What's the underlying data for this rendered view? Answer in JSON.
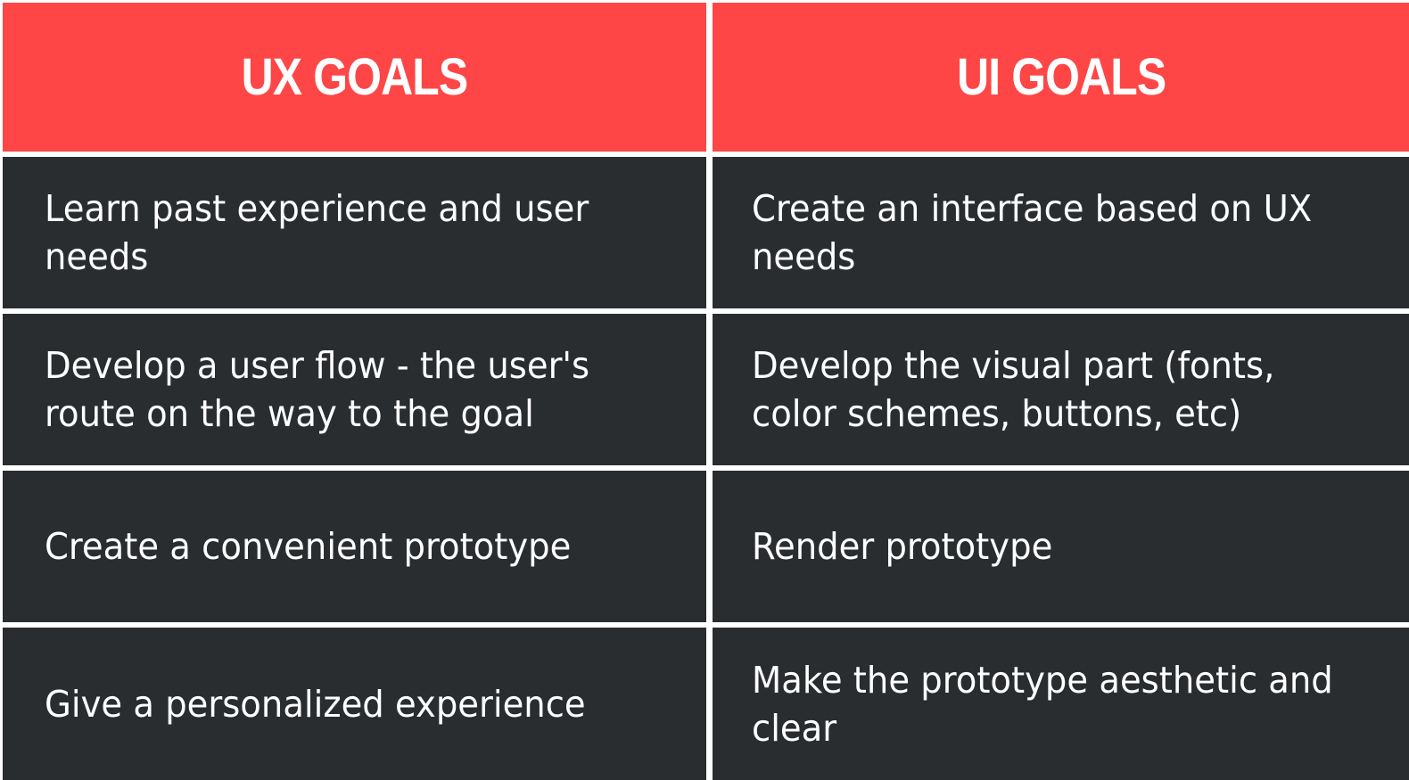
{
  "table": {
    "headers": [
      "UX GOALS",
      "UI GOALS"
    ],
    "rows": [
      [
        "Learn past experience and user needs",
        "Create an interface based on UX needs"
      ],
      [
        "Develop a user flow - the user's route on the way to the goal",
        "Develop the visual part  (fonts, color schemes, buttons, etc)"
      ],
      [
        "Create a convenient prototype",
        "Render prototype"
      ],
      [
        "Give a personalized experience",
        "Make the prototype aesthetic and clear"
      ]
    ]
  },
  "colors": {
    "header_bg": "#fe4646",
    "cell_bg": "#292d30",
    "text": "#ffffff",
    "divider": "#ffffff"
  }
}
